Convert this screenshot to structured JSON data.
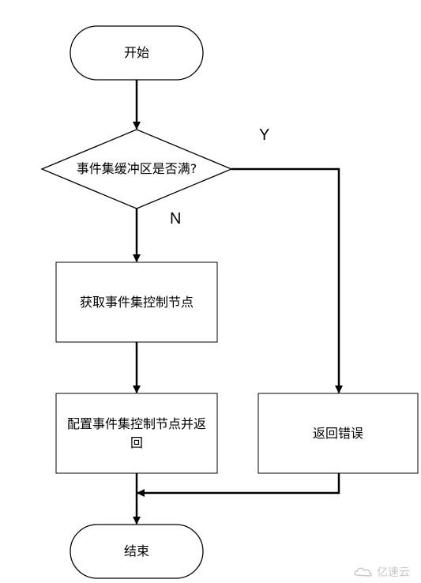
{
  "nodes": {
    "start": "开始",
    "decision": "事件集缓冲区是否满?",
    "get_node": "获取事件集控制节点",
    "config_node": "配置事件集控制节点并返回",
    "return_error": "返回错误",
    "end": "结束"
  },
  "edge_labels": {
    "yes": "Y",
    "no": "N"
  },
  "watermark": "亿速云"
}
